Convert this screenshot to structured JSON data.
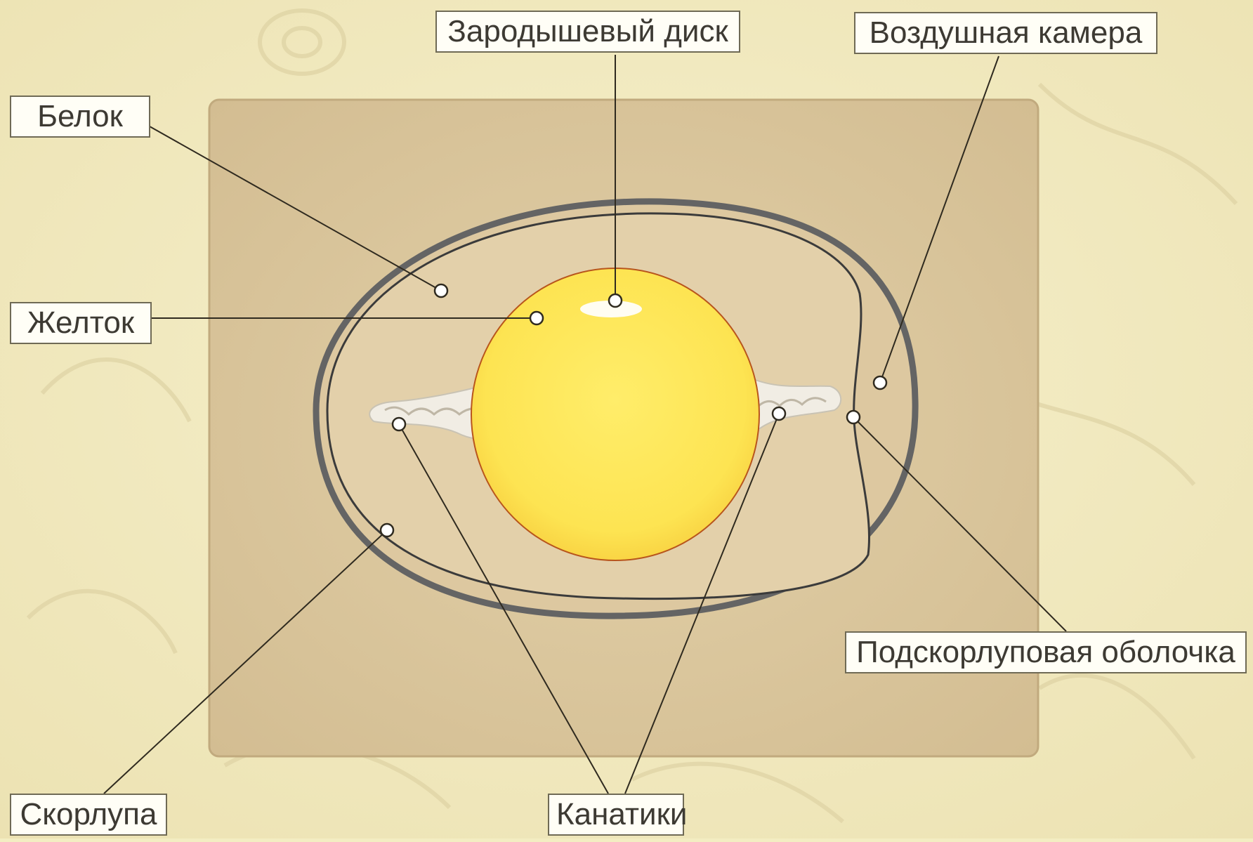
{
  "labels": {
    "white": "Белок",
    "yolk": "Желток",
    "germinal_disc": "Зародышевый диск",
    "air_cell": "Воздушная камера",
    "shell_membrane": "Подскорлуповая оболочка",
    "shell": "Скорлупа",
    "chalazae": "Канатики"
  },
  "colors": {
    "background": "#f3edc2",
    "panel": "#d8c49c",
    "shell": "#646464",
    "yolk": "#fbe75a",
    "yolk_outline": "#b8551c",
    "leader_line": "#2f2a1f"
  }
}
